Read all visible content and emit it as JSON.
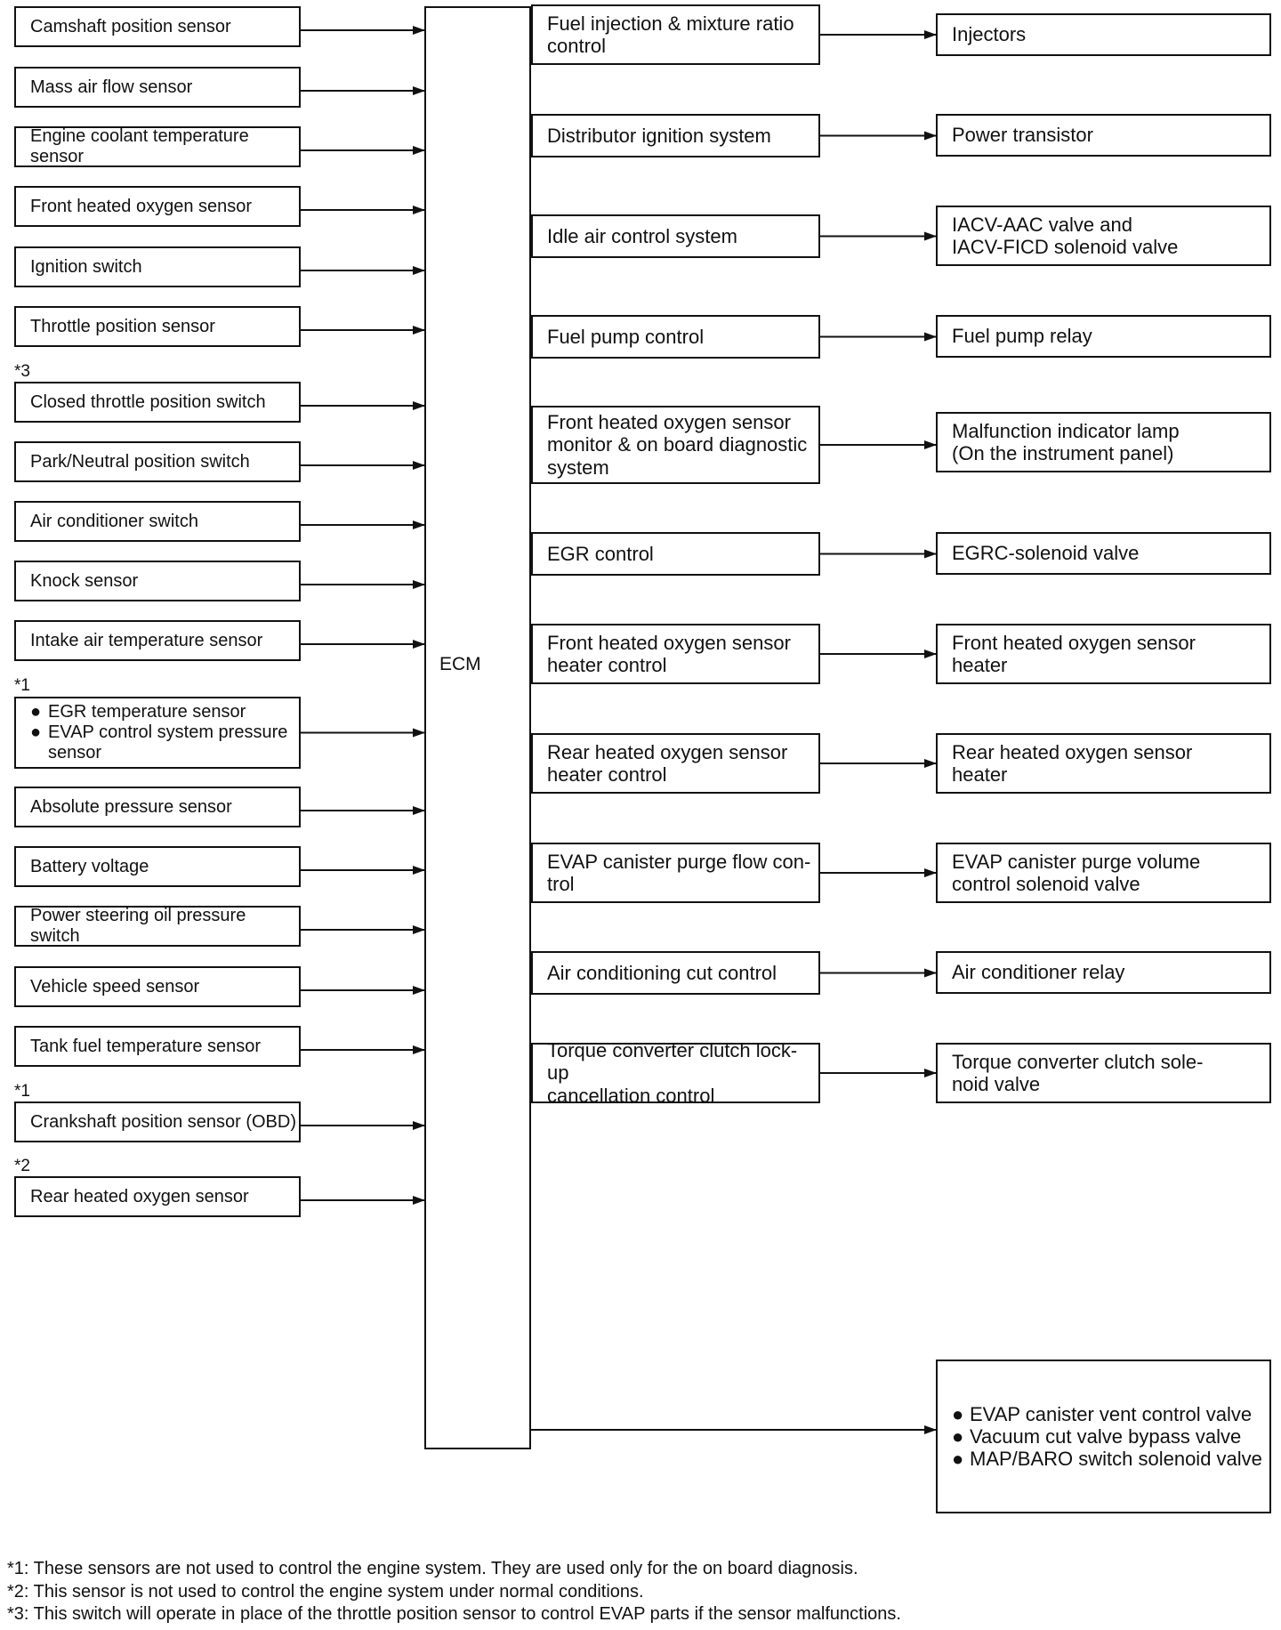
{
  "ecm_label": "ECM",
  "inputs": [
    {
      "id": "camshaft",
      "lines": [
        "Camshaft position sensor"
      ]
    },
    {
      "id": "maf",
      "lines": [
        "Mass air flow sensor"
      ]
    },
    {
      "id": "ect",
      "lines": [
        "Engine coolant temperature sensor"
      ]
    },
    {
      "id": "front-o2",
      "lines": [
        "Front heated oxygen sensor"
      ]
    },
    {
      "id": "ignition",
      "lines": [
        "Ignition switch"
      ]
    },
    {
      "id": "tps",
      "lines": [
        "Throttle position sensor"
      ]
    },
    {
      "id": "ctps",
      "tag": "*3",
      "lines": [
        "Closed throttle position switch"
      ]
    },
    {
      "id": "pnp",
      "lines": [
        "Park/Neutral position switch"
      ]
    },
    {
      "id": "ac-switch",
      "lines": [
        "Air conditioner switch"
      ]
    },
    {
      "id": "knock",
      "lines": [
        "Knock sensor"
      ]
    },
    {
      "id": "iat",
      "lines": [
        "Intake air temperature sensor"
      ]
    },
    {
      "id": "egr-evap",
      "tag": "*1",
      "bullets": true,
      "lines": [
        "EGR temperature sensor",
        "EVAP control system pressure sensor"
      ]
    },
    {
      "id": "abs-pressure",
      "lines": [
        "Absolute pressure sensor"
      ]
    },
    {
      "id": "battery",
      "lines": [
        "Battery voltage"
      ]
    },
    {
      "id": "ps-oil",
      "lines": [
        "Power steering oil pressure switch"
      ]
    },
    {
      "id": "vss",
      "lines": [
        "Vehicle speed sensor"
      ]
    },
    {
      "id": "tank-fuel",
      "lines": [
        "Tank fuel temperature sensor"
      ]
    },
    {
      "id": "crankshaft",
      "tag": "*1",
      "lines": [
        "Crankshaft position sensor (OBD)"
      ]
    },
    {
      "id": "rear-o2",
      "tag": "*2",
      "lines": [
        "Rear heated oxygen sensor"
      ]
    }
  ],
  "controls": [
    {
      "id": "fuel-injection",
      "lines": [
        "Fuel injection & mixture ratio",
        "control"
      ],
      "output": {
        "lines": [
          "Injectors"
        ]
      }
    },
    {
      "id": "ignition-system",
      "lines": [
        "Distributor ignition system"
      ],
      "output": {
        "lines": [
          "Power transistor"
        ]
      }
    },
    {
      "id": "idle-air",
      "lines": [
        "Idle air control system"
      ],
      "output": {
        "lines": [
          "IACV-AAC valve and",
          "IACV-FICD solenoid valve"
        ]
      }
    },
    {
      "id": "fuel-pump",
      "lines": [
        "Fuel pump control"
      ],
      "output": {
        "lines": [
          "Fuel pump relay"
        ]
      }
    },
    {
      "id": "o2-monitor",
      "lines": [
        "Front heated oxygen sensor",
        "monitor & on board diagnostic",
        "system"
      ],
      "output": {
        "lines": [
          "Malfunction indicator lamp",
          "(On the instrument panel)"
        ]
      }
    },
    {
      "id": "egr-control",
      "lines": [
        "EGR control"
      ],
      "output": {
        "lines": [
          "EGRC-solenoid valve"
        ]
      }
    },
    {
      "id": "front-heater",
      "lines": [
        "Front heated oxygen sensor",
        "heater control"
      ],
      "output": {
        "lines": [
          "Front heated oxygen sensor",
          "heater"
        ]
      }
    },
    {
      "id": "rear-heater",
      "lines": [
        "Rear heated oxygen sensor",
        "heater control"
      ],
      "output": {
        "lines": [
          "Rear heated oxygen sensor",
          "heater"
        ]
      }
    },
    {
      "id": "evap-purge",
      "lines": [
        "EVAP canister purge flow con-",
        "trol"
      ],
      "output": {
        "lines": [
          "EVAP canister purge volume",
          "control solenoid valve"
        ]
      }
    },
    {
      "id": "ac-cut",
      "lines": [
        "Air conditioning cut control"
      ],
      "output": {
        "lines": [
          "Air conditioner relay"
        ]
      }
    },
    {
      "id": "tcc",
      "lines": [
        "Torque converter clutch lock-up",
        "cancellation control"
      ],
      "output": {
        "lines": [
          "Torque converter clutch sole-",
          "noid valve"
        ]
      }
    }
  ],
  "direct_output": {
    "id": "evap-vent",
    "bullets": true,
    "lines": [
      "EVAP canister vent control valve",
      "Vacuum cut valve bypass valve",
      "MAP/BARO switch solenoid valve"
    ]
  },
  "footnotes": [
    "*1: These sensors are not used to control the engine system. They are used only for the on board diagnosis.",
    "*2: This sensor is not used to control the engine system under normal conditions.",
    "*3: This switch will operate in place of the throttle position sensor to control EVAP parts if the sensor malfunctions."
  ]
}
